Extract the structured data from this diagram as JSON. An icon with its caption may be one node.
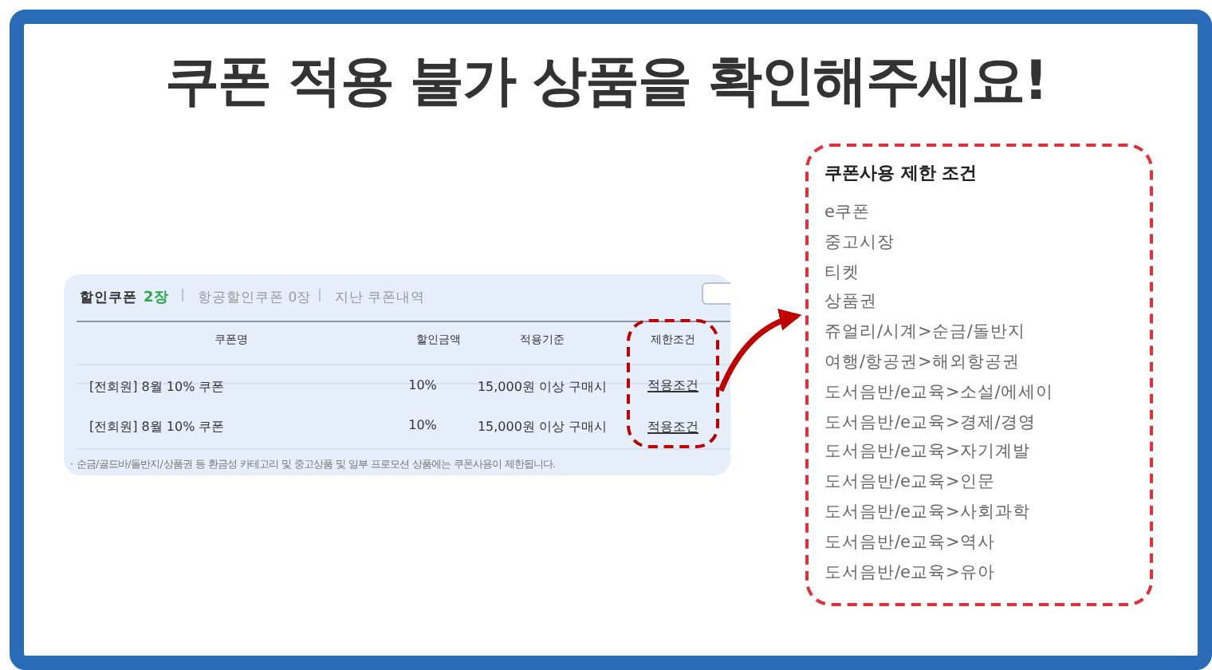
{
  "diagram": {
    "title": "쿠폰 적용 불가 상품을 확인해주세요!",
    "nodes": [
      {
        "text": [
          "제한조건",
          "적용조건",
          "적용조건"
        ]
      },
      {
        "text": [
          "쿠폰사용 제한 조건",
          "e쿠폰",
          "중고시장",
          "티켓",
          "상품권",
          "쥬얼리/시계>순금/돌반지",
          "여행/항공권>해외항공권",
          "도서음반/e교육>소설/에세이",
          "도서음반/e교육>경제/경영",
          "도서음반/e교육>자기계발",
          "도서음반/e교육>인문",
          "도서음반/e교육>사회과학",
          "도서음반/e교육>역사",
          "도서음반/e교육>유아"
        ]
      }
    ],
    "edges": [
      {
        "from": 0,
        "to": 1,
        "arrow": "to",
        "color": "#c00000"
      }
    ],
    "labels": [
      "할인쿠폰",
      "2장",
      "항공할인쿠폰 0장",
      "지난 쿠폰내역",
      "쿠폰명",
      "할인금액",
      "적용기준",
      "[전회원] 8월 10% 쿠폰",
      "10%",
      "15,000원 이상 구매시",
      "[전회원] 8월 10% 쿠폰",
      "10%",
      "15,000원 이상 구매시",
      "· 순금/골드바/돌반지/상품권 등 환금성 카테고리 및 중고상품 및 일부 프로모션 상품에는 쿠폰사용이 제한됩니다."
    ]
  }
}
